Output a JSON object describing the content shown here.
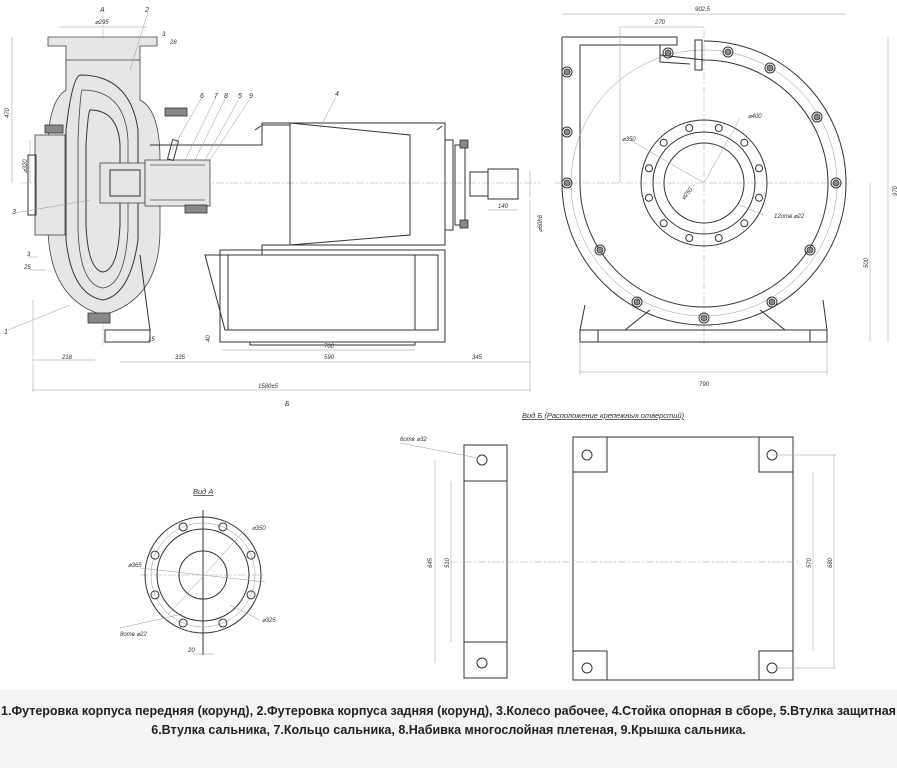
{
  "main_view": {
    "view_marker_a": "A",
    "view_marker_b": "Б",
    "callouts": [
      "1",
      "2",
      "3",
      "4",
      "5",
      "6",
      "7",
      "8",
      "9"
    ],
    "dims": {
      "flange_dia": "⌀295",
      "flange_gap": "3",
      "flange_thk": "28",
      "height_470": "470",
      "inlet_dia": "⌀320",
      "dim_3": "3",
      "dim_25": "25",
      "foot_h": "40",
      "foot_15": "15",
      "base_700": "700",
      "d218": "218",
      "d335": "335",
      "d590": "590",
      "d345": "345",
      "total": "1580±5",
      "shaft_len": "140",
      "shaft_dia": "⌀60h6"
    }
  },
  "side_view": {
    "dims": {
      "width_total": "902,5",
      "d270": "270",
      "d350": "⌀350",
      "d400": "⌀400",
      "d250": "⌀250",
      "holes": "12отв ⌀22",
      "height_970": "970",
      "d500": "500",
      "d790": "790"
    }
  },
  "view_a": {
    "title": "Вид А",
    "dims": {
      "d350": "⌀350",
      "d365": "⌀365",
      "d325": "⌀325",
      "holes": "8отв ⌀22",
      "d20": "20"
    }
  },
  "view_b": {
    "title": "Вид Б (Расположение крепежных отверстий)",
    "dims": {
      "holes": "6отв ⌀32",
      "d645": "645",
      "d510": "510",
      "d570": "570",
      "d680": "680"
    }
  },
  "caption": {
    "line1": "1.Футеровка корпуса передняя (корунд), 2.Футеровка корпуса задняя (корунд), 3.Колесо рабочее, 4.Стойка опорная в сборе, 5.Втулка защитная",
    "line2": "6.Втулка сальника, 7.Кольцо сальника, 8.Набивка многослойная плетеная, 9.Крышка сальника."
  }
}
